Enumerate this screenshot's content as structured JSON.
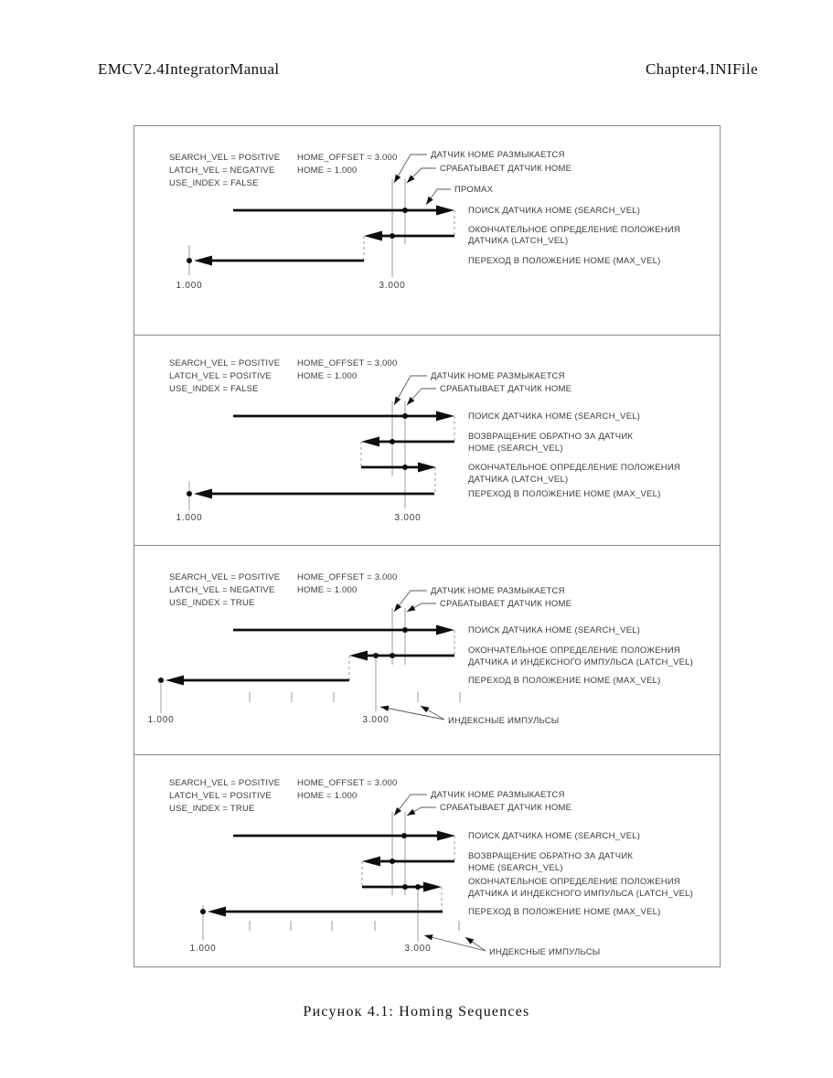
{
  "page": {
    "header_left": "EMCV2.4IntegratorManual",
    "header_right": "Chapter4.INIFile",
    "caption": "Рисунок 4.1: Homing Sequences"
  },
  "labels": {
    "switch_opens": "ДАТЧИК HOME РАЗМЫКАЕТСЯ",
    "switch_trips": "СРАБАТЫВАЕТ ДАТЧИК HOME",
    "overshoot": "ПРОМАХ",
    "search": "ПОИСК ДАТЧИКА HOME (SEARCH_VEL)",
    "return_1": "ВОЗВРАЩЕНИЕ ОБРАТНО ЗА ДАТЧИК",
    "return_2": "HOME (SEARCH_VEL)",
    "latch_1": "ОКОНЧАТЕЛЬНОЕ ОПРЕДЕЛЕНИЕ ПОЛОЖЕНИЯ",
    "latch_2": "ДАТЧИКА (LATCH_VEL)",
    "latch_index_2": "ДАТЧИКА И ИНДЕКСНОГО ИМПУЛЬСА (LATCH_VEL)",
    "home_move": "ПЕРЕХОД В ПОЛОЖЕНИЕ HOME (MAX_VEL)",
    "index_pulses": "ИНДЕКСНЫЕ ИМПУЛЬСЫ"
  },
  "panels": [
    {
      "settings": [
        "SEARCH_VEL = POSITIVE",
        "LATCH_VEL = NEGATIVE",
        "USE_INDEX = FALSE"
      ],
      "params": [
        "HOME_OFFSET = 3.000",
        "HOME = 1.000"
      ],
      "home_value": "1.000",
      "offset_value": "3.000"
    },
    {
      "settings": [
        "SEARCH_VEL = POSITIVE",
        "LATCH_VEL = POSITIVE",
        "USE_INDEX = FALSE"
      ],
      "params": [
        "HOME_OFFSET = 3.000",
        "HOME = 1.000"
      ],
      "home_value": "1.000",
      "offset_value": "3.000"
    },
    {
      "settings": [
        "SEARCH_VEL = POSITIVE",
        "LATCH_VEL = NEGATIVE",
        "USE_INDEX = TRUE"
      ],
      "params": [
        "HOME_OFFSET = 3.000",
        "HOME = 1.000"
      ],
      "home_value": "1.000",
      "offset_value": "3.000"
    },
    {
      "settings": [
        "SEARCH_VEL = POSITIVE",
        "LATCH_VEL = POSITIVE",
        "USE_INDEX = TRUE"
      ],
      "params": [
        "HOME_OFFSET = 3.000",
        "HOME = 1.000"
      ],
      "home_value": "1.000",
      "offset_value": "3.000"
    }
  ]
}
